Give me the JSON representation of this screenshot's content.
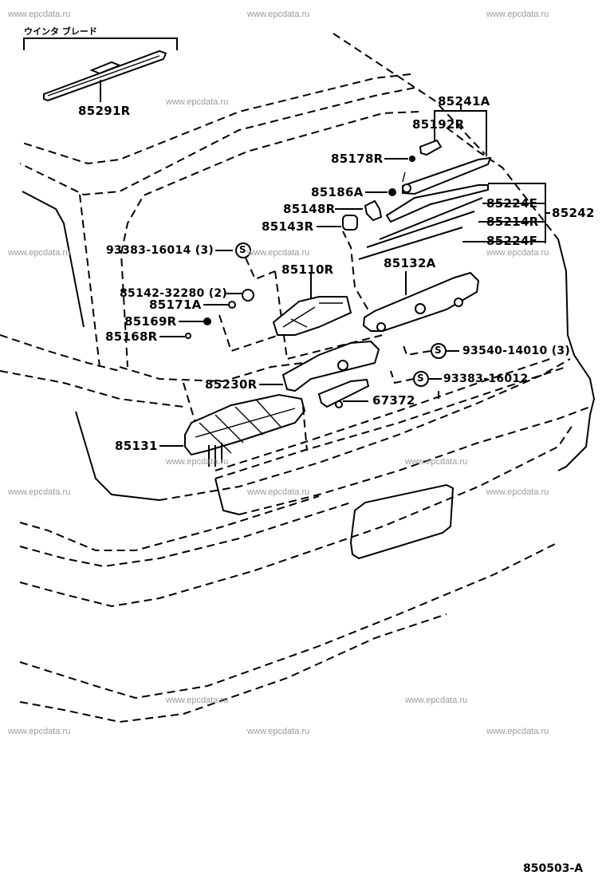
{
  "diagram": {
    "title": "Rear Wiper Assembly",
    "group_header": "ウインタ ブレード",
    "illustration_code": "850503-A",
    "watermark": "www.epcdata.ru",
    "parts": [
      {
        "id": "p85291R",
        "label": "85291R"
      },
      {
        "id": "p85241A",
        "label": "85241A"
      },
      {
        "id": "p85192R",
        "label": "85192R"
      },
      {
        "id": "p85178R",
        "label": "85178R"
      },
      {
        "id": "p85186A",
        "label": "85186A"
      },
      {
        "id": "p85148R",
        "label": "85148R"
      },
      {
        "id": "p85143R",
        "label": "85143R"
      },
      {
        "id": "p85224E",
        "label": "85224E"
      },
      {
        "id": "p85214R",
        "label": "85214R"
      },
      {
        "id": "p85224F",
        "label": "85224F"
      },
      {
        "id": "p85242",
        "label": "85242"
      },
      {
        "id": "p93383_16014",
        "label": "93383-16014 (3)"
      },
      {
        "id": "p85110R",
        "label": "85110R"
      },
      {
        "id": "p85132A",
        "label": "85132A"
      },
      {
        "id": "p85142_32280",
        "label": "85142-32280 (2)"
      },
      {
        "id": "p85171A",
        "label": "85171A"
      },
      {
        "id": "p85169R",
        "label": "85169R"
      },
      {
        "id": "p85168R",
        "label": "85168R"
      },
      {
        "id": "p93540_14010",
        "label": "93540-14010 (3)"
      },
      {
        "id": "p85230R",
        "label": "85230R"
      },
      {
        "id": "p93383_16012",
        "label": "93383-16012"
      },
      {
        "id": "p67372",
        "label": "67372"
      },
      {
        "id": "p85131",
        "label": "85131"
      }
    ],
    "standard_part_symbol": "S"
  }
}
